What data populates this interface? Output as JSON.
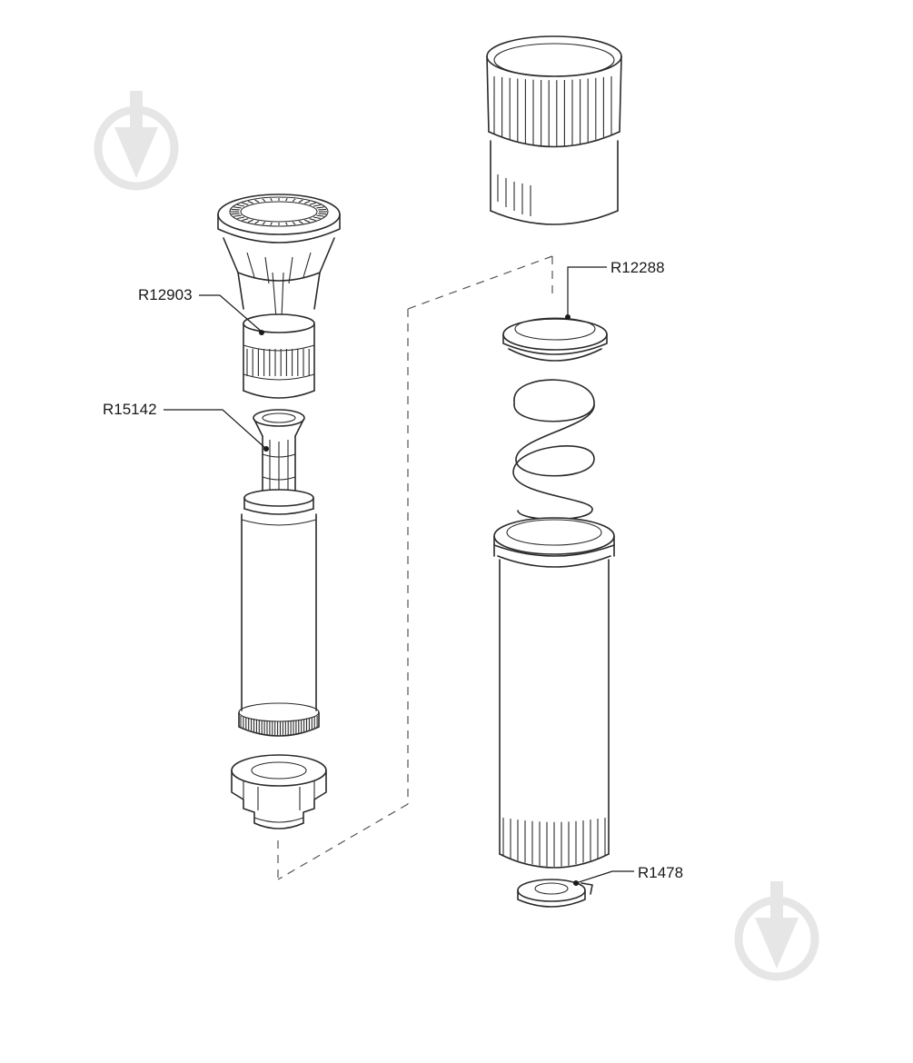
{
  "labels": {
    "r12903": "R12903",
    "r15142": "R15142",
    "r12288": "R12288",
    "r1478": "R1478"
  },
  "colors": {
    "line": "#2a2a2a",
    "watermark": "#e6e6e6",
    "background": "#ffffff"
  }
}
